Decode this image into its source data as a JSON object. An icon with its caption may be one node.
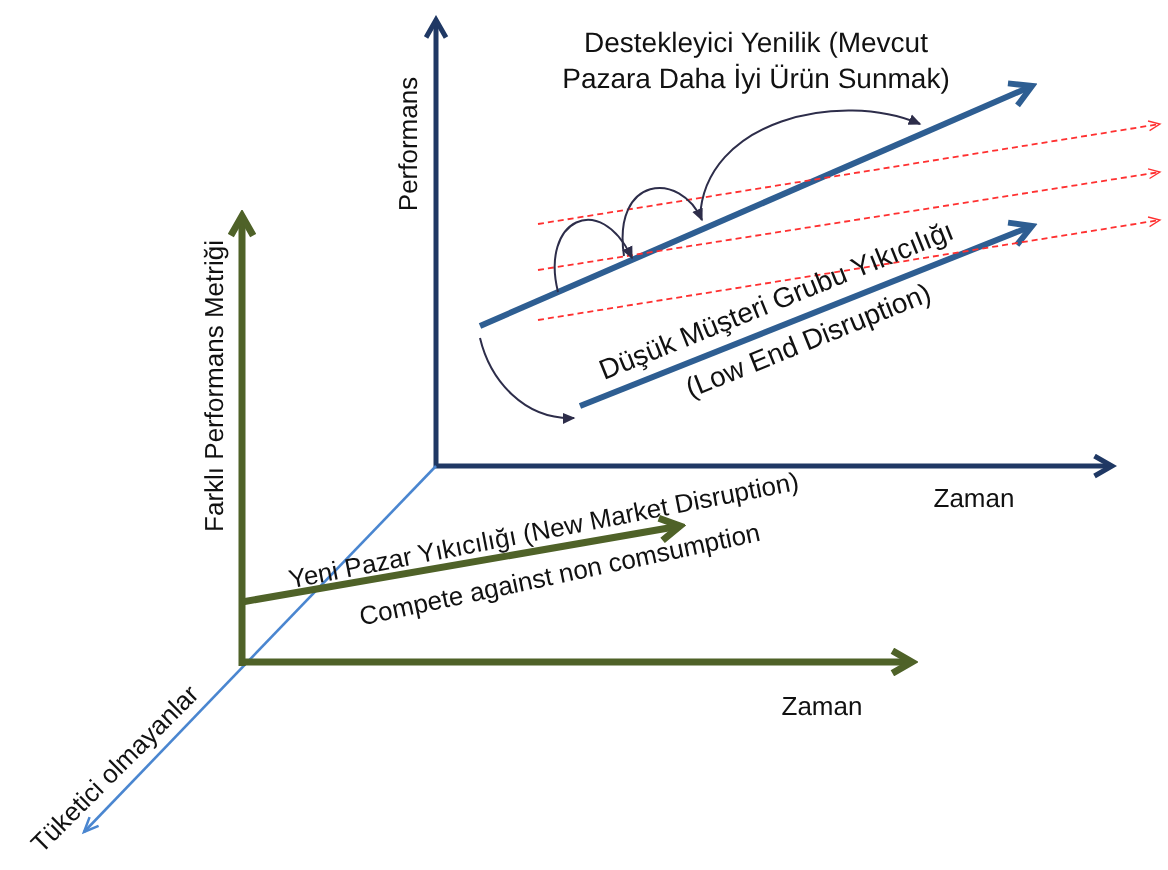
{
  "diagram": {
    "labels": [
      "Destekleyici Yenilik (Mevcut Pazara Daha İyi Ürün Sunmak)",
      "Performans",
      "Düşük Müşteri Grubu Yıkıcılığı",
      "(Low End Disruption)",
      "Farklı Performans Metriği",
      "Zaman",
      "Yeni Pazar Yıkıcılığı (New Market Disruption)",
      "Compete against non comsumption",
      "Zaman",
      "Tüketici olmayanlar"
    ]
  }
}
